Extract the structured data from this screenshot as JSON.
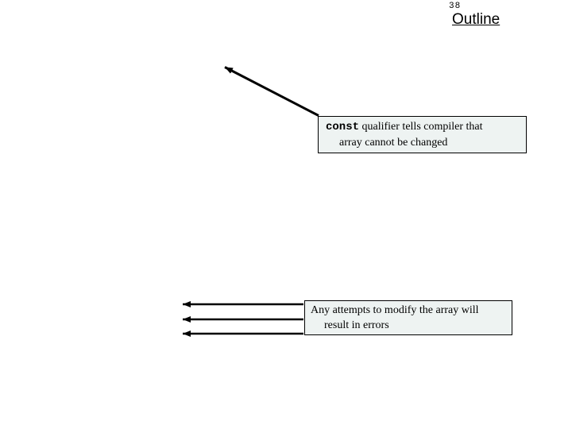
{
  "slide": {
    "page_number": "38",
    "title": "Outline"
  },
  "callouts": [
    {
      "keyword": "const",
      "line1": " qualifier tells compiler that",
      "line2": "array cannot be changed"
    },
    {
      "line1": "Any attempts to modify the array will",
      "line2": "result in errors"
    }
  ],
  "colors": {
    "callout_fill": "#eef3f2",
    "callout_border": "#000000",
    "arrow": "#000000",
    "text": "#000000",
    "background": "#ffffff"
  }
}
